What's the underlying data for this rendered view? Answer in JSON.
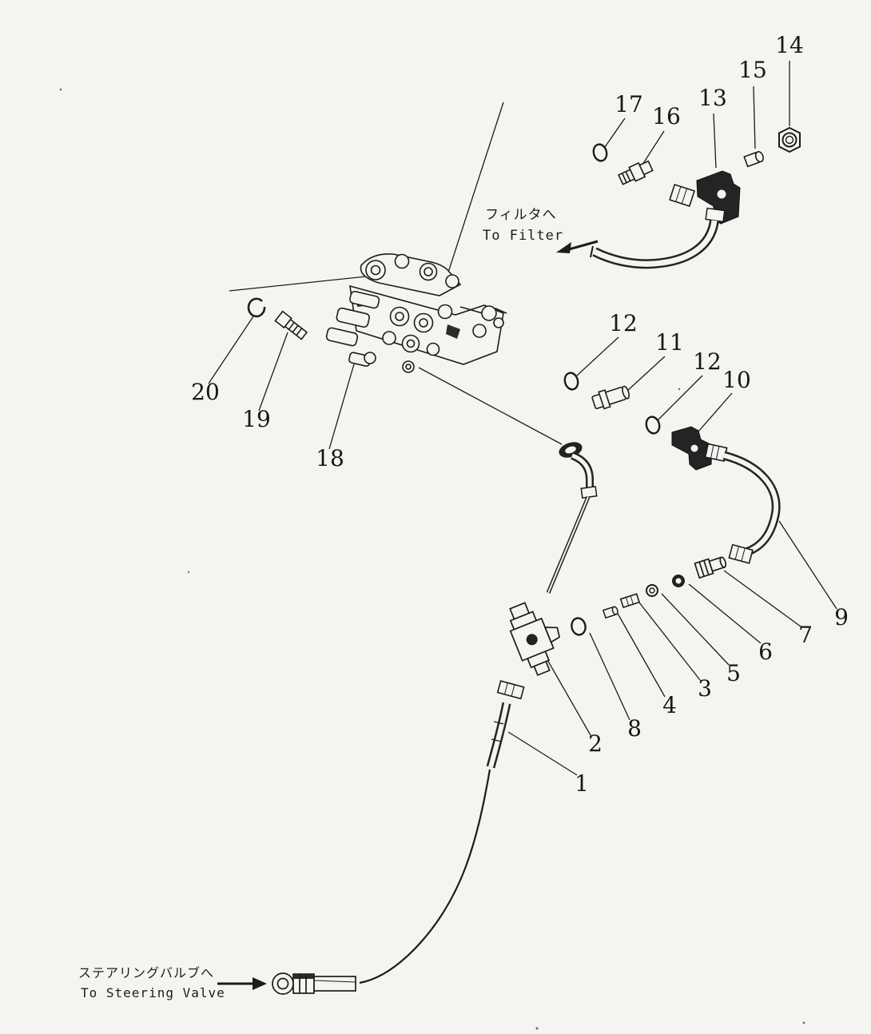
{
  "meta": {
    "doc_type": "hydraulic-piping-parts-diagram",
    "ink_color": "#1c1c1c",
    "paper_color": "#f4f4f1"
  },
  "callouts": {
    "c1": "1",
    "c2": "2",
    "c3": "3",
    "c4": "4",
    "c5": "5",
    "c6": "6",
    "c7": "7",
    "c8": "8",
    "c9": "9",
    "c10": "10",
    "c11": "11",
    "c12a": "12",
    "c12b": "12",
    "c13": "13",
    "c14": "14",
    "c15": "15",
    "c16": "16",
    "c17": "17",
    "c18": "18",
    "c19": "19",
    "c20": "20"
  },
  "annotations": {
    "filter_jp": "フィルタへ",
    "filter_en": "To Filter",
    "steering_jp": "ステアリングバルブへ",
    "steering_en": "To Steering Valve"
  }
}
